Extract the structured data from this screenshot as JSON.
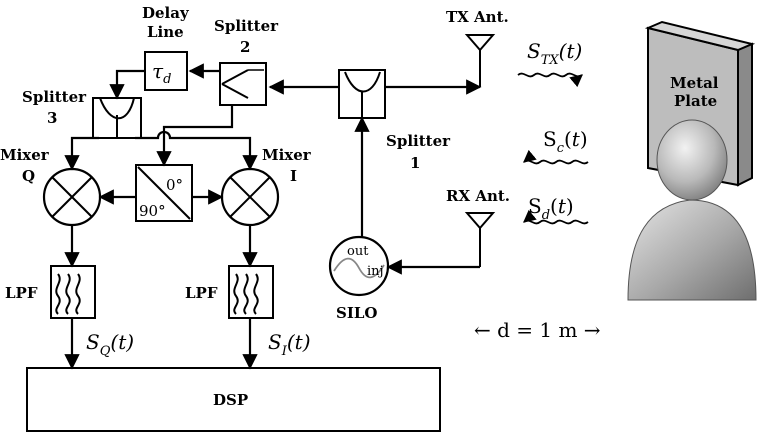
{
  "labels": {
    "delay_line": "Delay Line",
    "tau_d": "τd",
    "splitter2": "Splitter 2",
    "splitter3": "Splitter 3",
    "splitter1": "Splitter 1",
    "mixer_q": "Mixer Q",
    "mixer_i": "Mixer I",
    "phase_0": "0°",
    "phase_90": "90°",
    "tx_ant": "TX Ant.",
    "rx_ant": "RX Ant.",
    "lpf_q": "LPF",
    "lpf_i": "LPF",
    "silo": "SILO",
    "silo_out": "out",
    "silo_inj": "inj",
    "dsp": "DSP",
    "metal_plate": "Metal Plate",
    "distance": "← d = 1 m →"
  },
  "signals": {
    "s_tx": "STX(t)",
    "s_c": "Sc(t)",
    "s_d": "Sd(t)",
    "s_q": "SQ(t)",
    "s_i": "SI(t)"
  }
}
